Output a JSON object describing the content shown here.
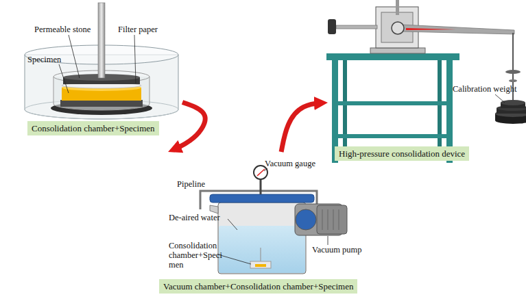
{
  "diagram": {
    "nodes": [
      {
        "text": [
          "Consolidation chamber+Specimen"
        ]
      },
      {
        "text": [
          "High-pressure consolidation device"
        ]
      },
      {
        "text": [
          "Vacuum chamber+Consolidation chamber+Specimen"
        ]
      }
    ],
    "edges": [
      {
        "from": 0,
        "to": 2,
        "arrow": "to"
      },
      {
        "from": 2,
        "to": 1,
        "arrow": "to"
      }
    ],
    "labels": [
      "Permeable stone",
      "Filter paper",
      "Specimen",
      "Calibration weight",
      "Vacuum gauge",
      "Pipeline",
      "De-aired water",
      "Consolidation chamber+Speci men",
      "Vacuum pump"
    ]
  }
}
